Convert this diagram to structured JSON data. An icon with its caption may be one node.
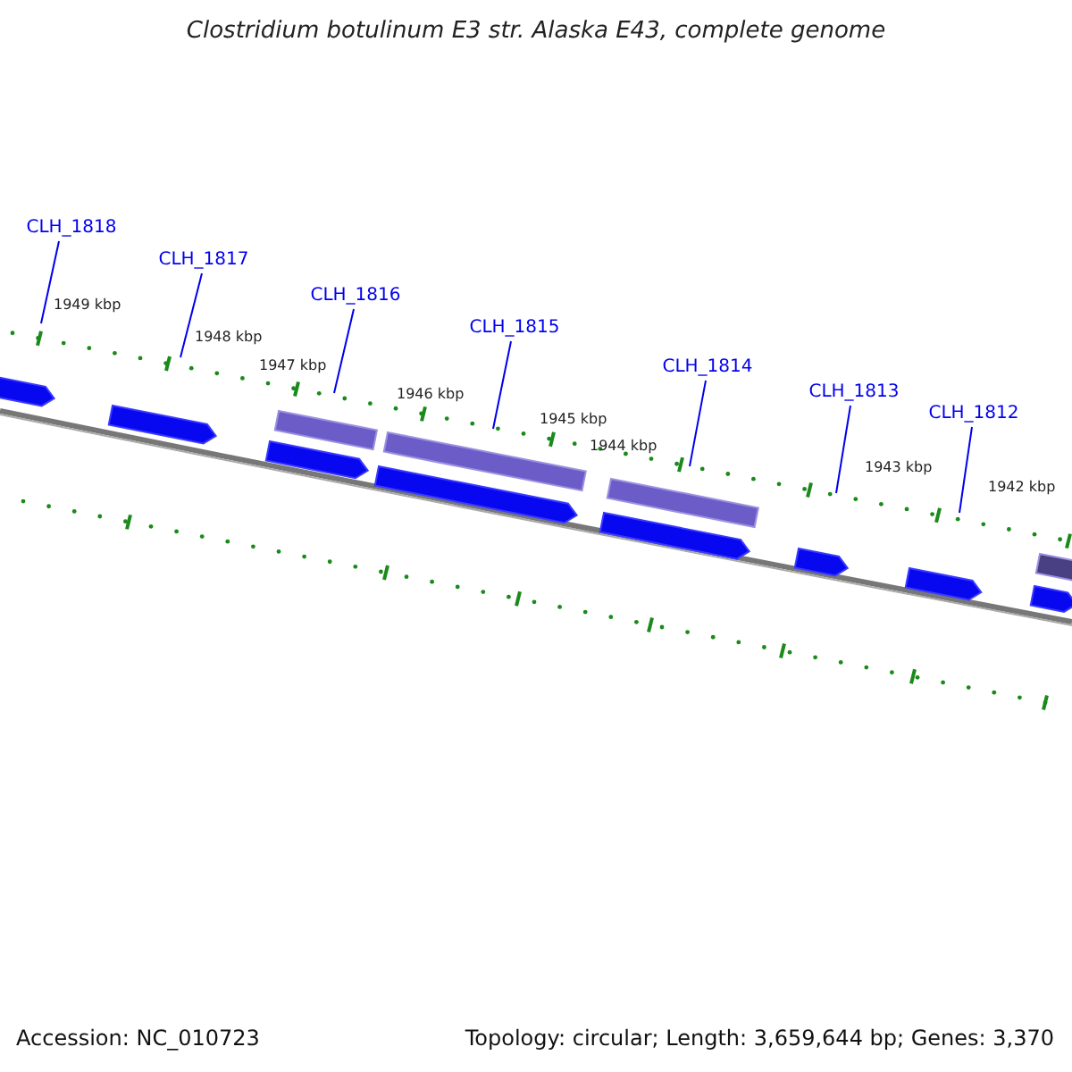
{
  "diagram": {
    "title": "Clostridium botulinum E3 str. Alaska E43, complete genome",
    "nodes": [
      {
        "text": [
          "CLH_1818"
        ]
      },
      {
        "text": [
          "CLH_1817"
        ]
      },
      {
        "text": [
          "CLH_1816"
        ]
      },
      {
        "text": [
          "CLH_1815"
        ]
      },
      {
        "text": [
          "CLH_1814"
        ]
      },
      {
        "text": [
          "CLH_1813"
        ]
      },
      {
        "text": [
          "CLH_1812"
        ]
      }
    ],
    "edges": [
      {
        "from": 0,
        "to": null,
        "arrow": "none"
      },
      {
        "from": 1,
        "to": null,
        "arrow": "none"
      },
      {
        "from": 2,
        "to": null,
        "arrow": "none"
      },
      {
        "from": 3,
        "to": null,
        "arrow": "none"
      },
      {
        "from": 4,
        "to": null,
        "arrow": "none"
      },
      {
        "from": 5,
        "to": null,
        "arrow": "none"
      },
      {
        "from": 6,
        "to": null,
        "arrow": "none"
      }
    ],
    "labels": [
      "1949 kbp",
      "1948 kbp",
      "1947 kbp",
      "1946 kbp",
      "1945 kbp",
      "1944 kbp",
      "1943 kbp",
      "1942 kbp",
      "Accession: NC_010723",
      "Topology: circular; Length: 3,659,644 bp; Genes: 3,370"
    ]
  }
}
